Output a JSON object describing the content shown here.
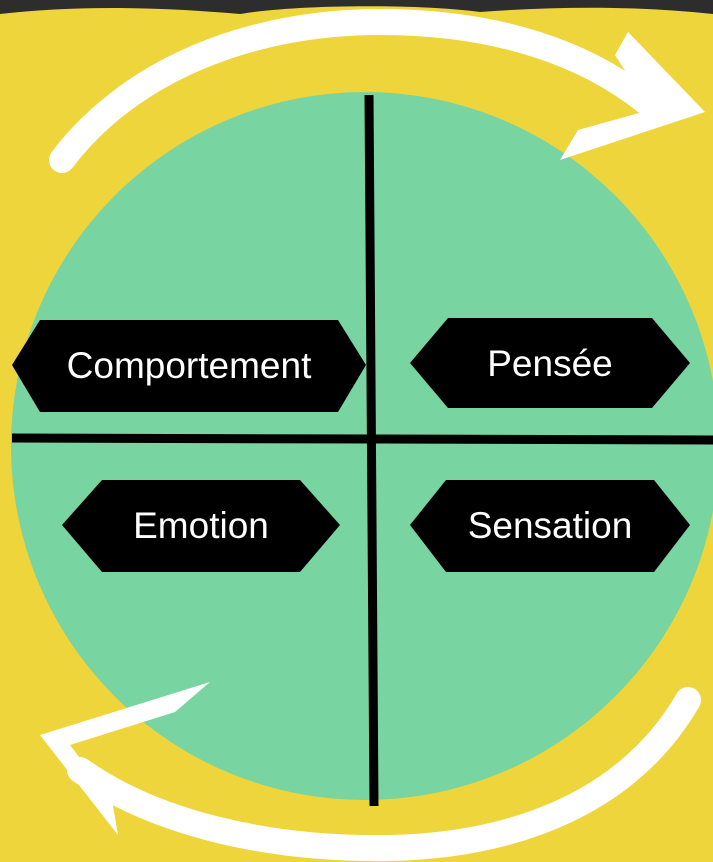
{
  "diagram": {
    "quadrants": [
      {
        "id": "comportement",
        "label": "Comportement"
      },
      {
        "id": "pensee",
        "label": "Pensée"
      },
      {
        "id": "emotion",
        "label": "Emotion"
      },
      {
        "id": "sensation",
        "label": "Sensation"
      }
    ],
    "colors": {
      "background": "#efd53c",
      "circle": "#78d4a0",
      "lines": "#000000",
      "tags": "#000000",
      "tag_text": "#ffffff",
      "arrows": "#ffffff"
    }
  }
}
